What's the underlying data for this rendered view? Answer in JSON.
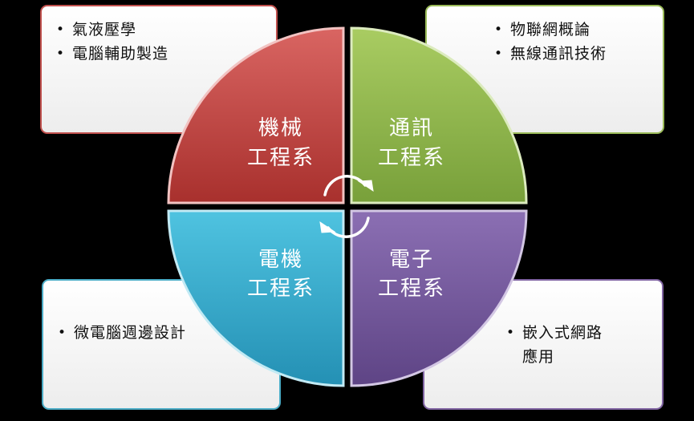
{
  "quadrants": [
    {
      "id": "mech",
      "line1": "機械",
      "line2": "工程系",
      "color": "#c0504d"
    },
    {
      "id": "comm",
      "line1": "通訊",
      "line2": "工程系",
      "color": "#9bbb59"
    },
    {
      "id": "elec",
      "line1": "電機",
      "line2": "工程系",
      "color": "#4bacc6"
    },
    {
      "id": "electronics",
      "line1": "電子",
      "line2": "工程系",
      "color": "#8064a2"
    }
  ],
  "cards": {
    "top_left": [
      "氣液壓學",
      "電腦輔助製造"
    ],
    "top_right": [
      "物聯網概論",
      "無線通訊技術"
    ],
    "bottom_left": [
      "微電腦週邊設計"
    ],
    "bottom_right": [
      "嵌入式網路應用"
    ]
  },
  "center_icon": "cycle-arrows-icon"
}
